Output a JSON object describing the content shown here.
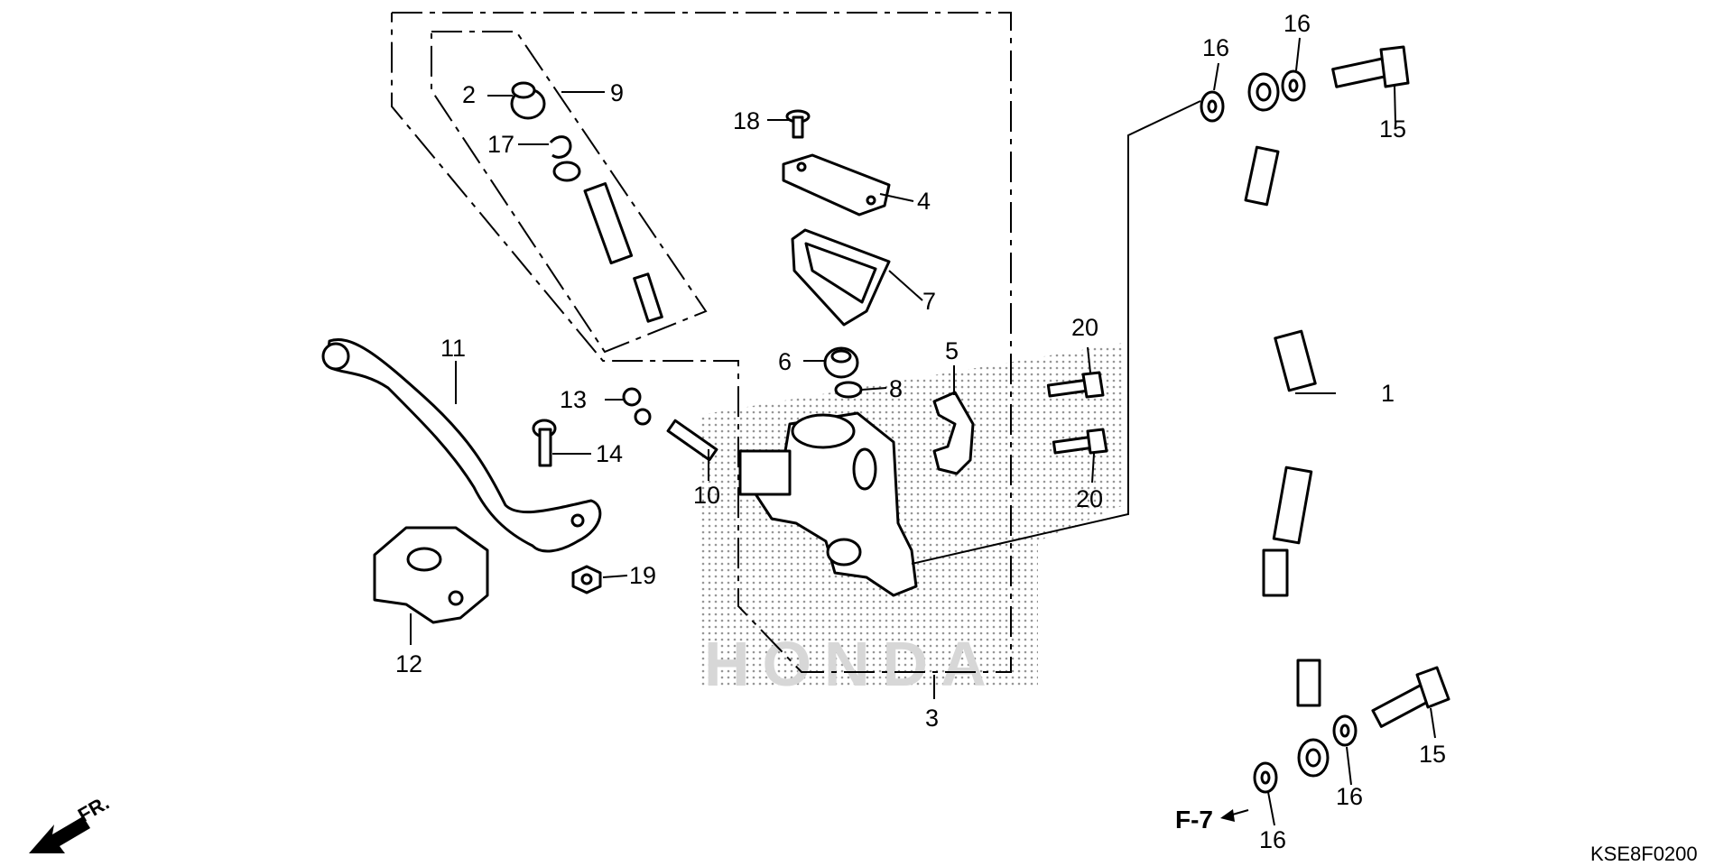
{
  "diagram": {
    "part_labels": [
      "1",
      "2",
      "3",
      "4",
      "5",
      "6",
      "7",
      "8",
      "9",
      "10",
      "11",
      "12",
      "13",
      "14",
      "15",
      "15",
      "16",
      "16",
      "16",
      "16",
      "17",
      "18",
      "19",
      "20",
      "20"
    ],
    "reference": "F-7",
    "direction": "FR.",
    "code": "KSE8F0200",
    "watermark": "HONDA"
  }
}
